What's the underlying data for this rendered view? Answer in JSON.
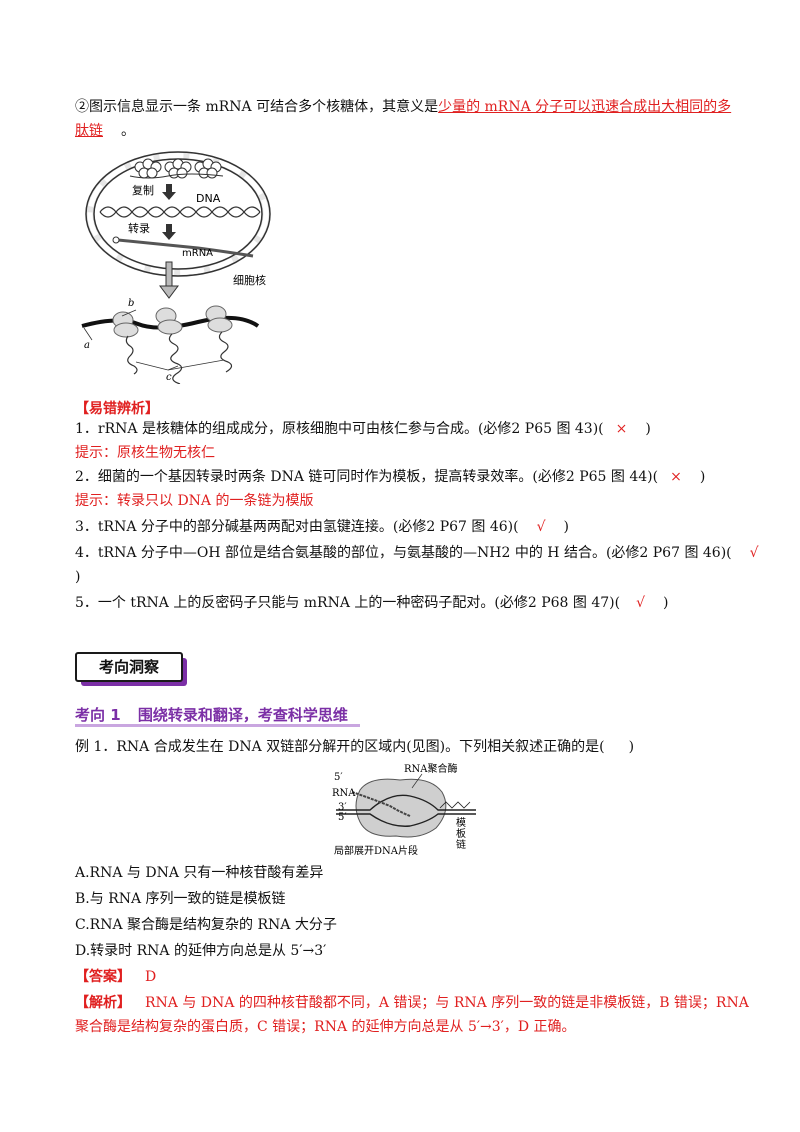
{
  "q2": {
    "prefix": "②图示信息显示一条 mRNA 可结合多个核糖体，其意义是",
    "answer_line1": "少量的 mRNA 分子可以迅速合成出大相同的多",
    "answer_line2": "肽链",
    "suffix": "。"
  },
  "figure1": {
    "labels": {
      "replication": "复制",
      "dna": "DNA",
      "transcription": "转录",
      "mrna": "mRNA",
      "nucleus": "细胞核",
      "a": "a",
      "b": "b",
      "c": "c"
    }
  },
  "pitfalls": {
    "heading": "【易错辨析】",
    "items": [
      {
        "text": "1．rRNA 是核糖体的组成成分，原核细胞中可由核仁参与合成。(必修2  P65 图 43)(",
        "mark": "×",
        "close": ")"
      },
      {
        "text": "2．细菌的一个基因转录时两条 DNA 链可同时作为模板，提高转录效率。(必修2  P65 图 44)(",
        "mark": "×",
        "close": ")"
      },
      {
        "text": "3．tRNA 分子中的部分碱基两两配对由氢键连接。(必修2  P67 图 46)(",
        "mark": "√",
        "close": ")"
      },
      {
        "text": "4．tRNA 分子中—OH 部位是结合氨基酸的部位，与氨基酸的—NH2 中的 H 结合。(必修2  P67 图 46)(",
        "mark": "√",
        "close": ")"
      },
      {
        "text": "5．一个 tRNA 上的反密码子只能与 mRNA 上的一种密码子配对。(必修2  P68 图 47)(",
        "mark": "√",
        "close": ")"
      }
    ],
    "hints": [
      "提示：原核生物无核仁",
      "提示：转录只以 DNA 的一条链为模版"
    ]
  },
  "badge": {
    "label": "考向洞察"
  },
  "section": {
    "number": "考向 1",
    "title": "围绕转录和翻译，考查科学思维"
  },
  "example": {
    "stem": "例 1．RNA 合成发生在 DNA 双链部分解开的区域内(见图)。下列相关叙述正确的是(",
    "stem_close": ")",
    "figure_labels": {
      "five_prime_top": "5′",
      "rna": "RNA",
      "three_prime": "3′",
      "five_prime_bottom": "5′",
      "polymerase": "RNA聚合酶",
      "template1": "模",
      "template2": "板",
      "template3": "链",
      "caption": "局部展开DNA片段"
    },
    "options": [
      "A.RNA 与 DNA 只有一种核苷酸有差异",
      "B.与 RNA 序列一致的链是模板链",
      "C.RNA 聚合酶是结构复杂的 RNA 大分子",
      "D.转录时 RNA 的延伸方向总是从 5′→3′"
    ],
    "answer_label": "【答案】",
    "answer_value": "D",
    "analysis_label": "【解析】",
    "analysis_line1": "RNA 与 DNA 的四种核苷酸都不同，A 错误；与 RNA 序列一致的链是非模板链，B 错误；RNA",
    "analysis_line2": "聚合酶是结构复杂的蛋白质，C 错误；RNA 的延伸方向总是从 5′→3′，D 正确。"
  },
  "colors": {
    "accent_red": "#e02020",
    "accent_purple": "#7b2fa6"
  }
}
